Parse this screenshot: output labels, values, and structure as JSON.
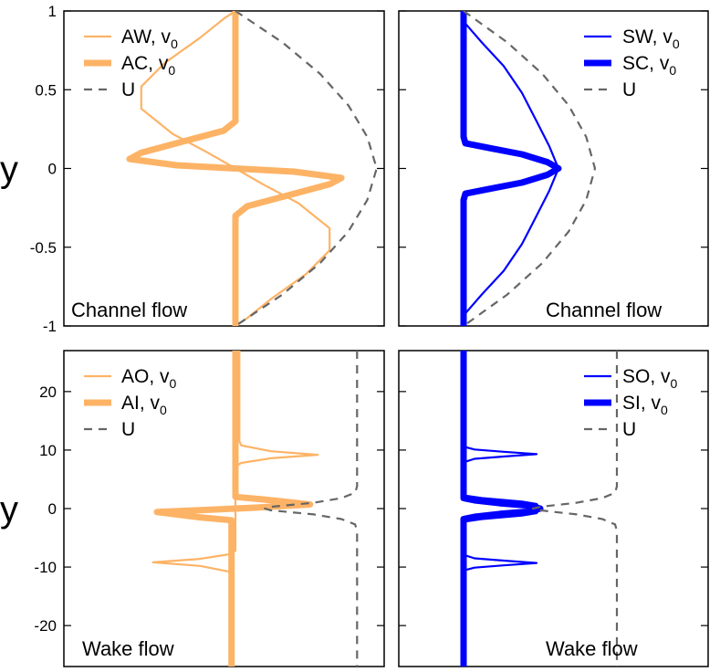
{
  "chart_data": [
    {
      "type": "line",
      "title": "Channel flow",
      "ylabel": "y",
      "ylim": [
        -1,
        1
      ],
      "yticks": [
        "1",
        "0.5",
        "0",
        "-0.5",
        "-1"
      ],
      "legend_location": "top-left",
      "legend": [
        {
          "name": "AW",
          "sub": "0",
          "color": "#FDB366",
          "style": "thin"
        },
        {
          "name": "AC",
          "sub": "0",
          "color": "#FDB366",
          "style": "thick"
        },
        {
          "name": "U",
          "sub": "",
          "color": "#666666",
          "style": "dashed"
        }
      ],
      "series": [
        {
          "name": "AW, v0",
          "values": [
            [
              0,
              1
            ],
            [
              -0.3,
              0.95
            ],
            [
              -0.9,
              0.83
            ],
            [
              -1.8,
              0.67
            ],
            [
              -2.4,
              0.52
            ],
            [
              -2.4,
              0.38
            ],
            [
              -1.6,
              0.22
            ],
            [
              -0.7,
              0.1
            ],
            [
              0,
              0
            ],
            [
              0.7,
              -0.1
            ],
            [
              1.6,
              -0.22
            ],
            [
              2.4,
              -0.38
            ],
            [
              2.4,
              -0.52
            ],
            [
              1.8,
              -0.67
            ],
            [
              0.9,
              -0.83
            ],
            [
              0.3,
              -0.95
            ],
            [
              0,
              -1
            ]
          ]
        },
        {
          "name": "AC, v0",
          "values": [
            [
              0,
              1
            ],
            [
              0,
              0.3
            ],
            [
              -0.3,
              0.24
            ],
            [
              -1.5,
              0.16
            ],
            [
              -2.4,
              0.1
            ],
            [
              -2.7,
              0.06
            ],
            [
              -1.5,
              0.02
            ],
            [
              0,
              0
            ],
            [
              1.5,
              -0.02
            ],
            [
              2.7,
              -0.06
            ],
            [
              2.4,
              -0.1
            ],
            [
              1.5,
              -0.16
            ],
            [
              0.3,
              -0.24
            ],
            [
              0,
              -0.3
            ],
            [
              0,
              -1
            ]
          ]
        },
        {
          "name": "U",
          "values": [
            [
              0,
              1
            ],
            [
              1.2,
              0.8
            ],
            [
              2.16,
              0.6
            ],
            [
              2.88,
              0.4
            ],
            [
              3.36,
              0.2
            ],
            [
              3.6,
              0
            ],
            [
              3.36,
              -0.2
            ],
            [
              2.88,
              -0.4
            ],
            [
              2.16,
              -0.6
            ],
            [
              1.2,
              -0.8
            ],
            [
              0,
              -1
            ]
          ]
        }
      ]
    },
    {
      "type": "line",
      "title": "Channel flow",
      "ylabel": "",
      "ylim": [
        -1,
        1
      ],
      "legend_location": "top-right",
      "legend": [
        {
          "name": "SW",
          "sub": "0",
          "color": "#0000FF",
          "style": "thin"
        },
        {
          "name": "SC",
          "sub": "0",
          "color": "#0000FF",
          "style": "thick"
        },
        {
          "name": "U",
          "sub": "",
          "color": "#666666",
          "style": "dashed"
        }
      ],
      "series": [
        {
          "name": "SW, v0",
          "values": [
            [
              0,
              1
            ],
            [
              0.05,
              0.92
            ],
            [
              0.5,
              0.8
            ],
            [
              1.1,
              0.65
            ],
            [
              1.6,
              0.48
            ],
            [
              2.0,
              0.3
            ],
            [
              2.35,
              0.14
            ],
            [
              2.6,
              0
            ],
            [
              2.35,
              -0.14
            ],
            [
              2.0,
              -0.3
            ],
            [
              1.6,
              -0.48
            ],
            [
              1.1,
              -0.65
            ],
            [
              0.5,
              -0.8
            ],
            [
              0.05,
              -0.92
            ],
            [
              0,
              -1
            ]
          ]
        },
        {
          "name": "SC, v0",
          "values": [
            [
              0,
              1
            ],
            [
              0,
              0.2
            ],
            [
              0.05,
              0.16
            ],
            [
              0.7,
              0.13
            ],
            [
              1.6,
              0.09
            ],
            [
              2.3,
              0.04
            ],
            [
              2.6,
              0
            ],
            [
              2.3,
              -0.04
            ],
            [
              1.6,
              -0.09
            ],
            [
              0.7,
              -0.13
            ],
            [
              0.05,
              -0.16
            ],
            [
              0,
              -0.2
            ],
            [
              0,
              -1
            ]
          ]
        },
        {
          "name": "U",
          "values": [
            [
              0,
              1
            ],
            [
              1.2,
              0.8
            ],
            [
              2.16,
              0.6
            ],
            [
              2.88,
              0.4
            ],
            [
              3.36,
              0.2
            ],
            [
              3.6,
              0
            ],
            [
              3.36,
              -0.2
            ],
            [
              2.88,
              -0.4
            ],
            [
              2.16,
              -0.6
            ],
            [
              1.2,
              -0.8
            ],
            [
              0,
              -1
            ]
          ]
        }
      ]
    },
    {
      "type": "line",
      "title": "Wake flow",
      "ylabel": "y",
      "ylim": [
        -27,
        27
      ],
      "yticks": [
        "20",
        "10",
        "0",
        "-10",
        "-20"
      ],
      "legend_location": "top-left",
      "legend": [
        {
          "name": "AO",
          "sub": "0",
          "color": "#FDB366",
          "style": "thin"
        },
        {
          "name": "AI",
          "sub": "0",
          "color": "#FDB366",
          "style": "thick"
        },
        {
          "name": "U",
          "sub": "",
          "color": "#666666",
          "style": "dashed"
        }
      ],
      "series": [
        {
          "name": "AO, v0",
          "values": [
            [
              0.1,
              27
            ],
            [
              0.1,
              11.5
            ],
            [
              0.15,
              10.8
            ],
            [
              0.9,
              9.8
            ],
            [
              2.1,
              9.2
            ],
            [
              0.9,
              8.6
            ],
            [
              0.15,
              7.8
            ],
            [
              0,
              7.2
            ],
            [
              0,
              -7.2
            ],
            [
              -0.15,
              -7.8
            ],
            [
              -0.9,
              -8.6
            ],
            [
              -2.1,
              -9.2
            ],
            [
              -0.9,
              -9.8
            ],
            [
              -0.15,
              -10.8
            ],
            [
              -0.1,
              -11.5
            ],
            [
              -0.1,
              -27
            ]
          ]
        },
        {
          "name": "AI, v0",
          "values": [
            [
              0,
              27
            ],
            [
              0,
              2
            ],
            [
              0.8,
              1.5
            ],
            [
              1.9,
              0.7
            ],
            [
              0.5,
              0.15
            ],
            [
              -0.5,
              -0.15
            ],
            [
              -2,
              -0.6
            ],
            [
              -0.9,
              -1.5
            ],
            [
              -0.1,
              -2
            ],
            [
              -0.1,
              -27
            ]
          ]
        },
        {
          "name": "U",
          "values": [
            [
              3.1,
              27
            ],
            [
              3.1,
              3.8
            ],
            [
              3.05,
              2.7
            ],
            [
              2.7,
              1.8
            ],
            [
              2.0,
              1.0
            ],
            [
              0.9,
              0.3
            ],
            [
              0.75,
              0
            ],
            [
              0.9,
              -0.3
            ],
            [
              2.0,
              -1.0
            ],
            [
              2.7,
              -1.8
            ],
            [
              3.05,
              -2.7
            ],
            [
              3.1,
              -3.8
            ],
            [
              3.1,
              -27
            ]
          ]
        }
      ]
    },
    {
      "type": "line",
      "title": "Wake flow",
      "ylabel": "",
      "ylim": [
        -27,
        27
      ],
      "legend_location": "top-right",
      "legend": [
        {
          "name": "SO",
          "sub": "0",
          "color": "#0000FF",
          "style": "thin"
        },
        {
          "name": "SI",
          "sub": "0",
          "color": "#0000FF",
          "style": "thick"
        },
        {
          "name": "U",
          "sub": "",
          "color": "#666666",
          "style": "dashed"
        }
      ],
      "series": [
        {
          "name": "SO, v0",
          "values": [
            [
              0.05,
              27
            ],
            [
              0.05,
              10.5
            ],
            [
              0.3,
              10.1
            ],
            [
              1.1,
              9.7
            ],
            [
              2.0,
              9.3
            ],
            [
              1.1,
              8.9
            ],
            [
              0.3,
              8.5
            ],
            [
              0.05,
              8
            ],
            [
              0.05,
              2.2
            ],
            [
              0.5,
              1.8
            ],
            [
              1.6,
              1.2
            ],
            [
              2.0,
              0.8
            ],
            [
              2.1,
              0
            ],
            [
              2.0,
              -0.8
            ],
            [
              1.6,
              -1.2
            ],
            [
              0.5,
              -1.8
            ],
            [
              0.05,
              -2.2
            ],
            [
              0.05,
              -8
            ],
            [
              0.3,
              -8.5
            ],
            [
              1.1,
              -8.9
            ],
            [
              2.0,
              -9.3
            ],
            [
              1.1,
              -9.7
            ],
            [
              0.3,
              -10.1
            ],
            [
              0.05,
              -10.5
            ],
            [
              0.05,
              -27
            ]
          ]
        },
        {
          "name": "SI, v0",
          "values": [
            [
              0,
              27
            ],
            [
              0,
              1.8
            ],
            [
              0.3,
              1.4
            ],
            [
              1.0,
              0.9
            ],
            [
              1.8,
              0.5
            ],
            [
              2.1,
              0
            ],
            [
              1.8,
              -0.5
            ],
            [
              1.0,
              -0.9
            ],
            [
              0.3,
              -1.4
            ],
            [
              0,
              -1.8
            ],
            [
              0,
              -27
            ]
          ]
        },
        {
          "name": "U",
          "values": [
            [
              4.2,
              27
            ],
            [
              4.2,
              3.8
            ],
            [
              4.15,
              2.7
            ],
            [
              3.8,
              1.8
            ],
            [
              3.1,
              1.0
            ],
            [
              2.1,
              0.3
            ],
            [
              1.9,
              0
            ],
            [
              2.1,
              -0.3
            ],
            [
              3.1,
              -1.0
            ],
            [
              3.8,
              -1.8
            ],
            [
              4.15,
              -2.7
            ],
            [
              4.2,
              -3.8
            ],
            [
              4.2,
              -27
            ]
          ]
        }
      ]
    }
  ]
}
